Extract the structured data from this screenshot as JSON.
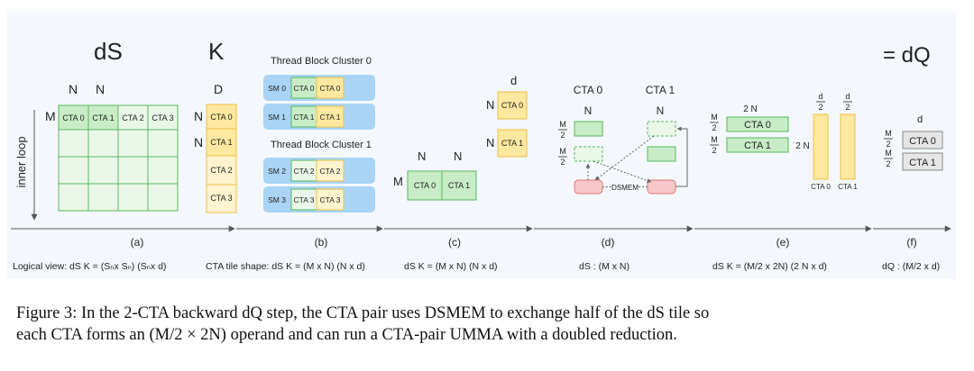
{
  "headings": {
    "ds": "dS",
    "k": "K",
    "dq": "= dQ"
  },
  "labels": {
    "N": "N",
    "M": "M",
    "D": "D",
    "d": "d",
    "two_n": "2 N",
    "m": "M",
    "two": "2",
    "inner_loop": "inner loop",
    "dsmem": "DSMEM",
    "cta0_top": "CTA 0",
    "cta1_top": "CTA 1"
  },
  "cta": [
    "CTA 0",
    "CTA 1",
    "CTA 2",
    "CTA 3"
  ],
  "sm": [
    "SM 0",
    "SM 1",
    "SM 2",
    "SM 3"
  ],
  "clusters": [
    "Thread Block Cluster 0",
    "Thread Block Cluster 1"
  ],
  "panels": [
    "(a)",
    "(b)",
    "(c)",
    "(d)",
    "(e)",
    "(f)"
  ],
  "bottom": {
    "a": "Logical view:  dS K  = (Sₙx Sₙ) (Sₙx d)",
    "b": "CTA tile shape:  dS  K  = (M x N)  (N x d)",
    "c": "dS  K  = (M x N)  (N x d)",
    "d": "dS : (M x N)",
    "e": "dS  K  = (M/2 x 2N)  (2 N x d)",
    "f": "dQ : (M/2 x d)"
  },
  "caption": {
    "line1": "Figure 3: In the 2-CTA backward dQ step, the CTA pair uses DSMEM to exchange half of the dS tile so",
    "line2": "each CTA forms an (M/2 × 2N) operand and can run a CTA-pair UMMA with a doubled reduction."
  },
  "colors": {
    "green": "#c8ecc6",
    "green_stroke": "#59b860",
    "yellow": "#ffe8a0",
    "yellow_stroke": "#f0c040",
    "blue": "#a9d4f5",
    "red": "#f8c8c8",
    "red_stroke": "#e07878",
    "gray": "#e6e6e6"
  }
}
